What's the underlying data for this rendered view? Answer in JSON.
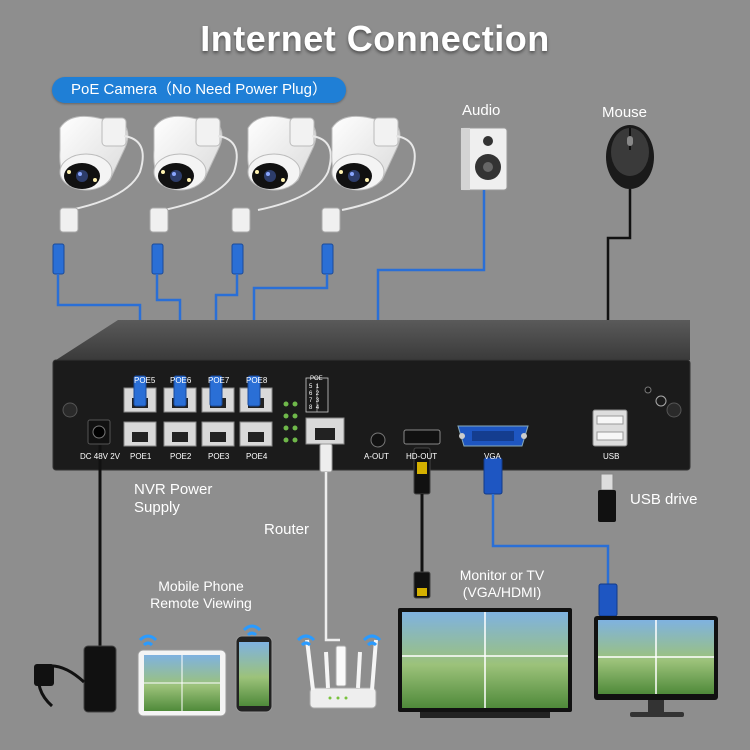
{
  "title": "Internet Connection",
  "poe_banner": "PoE Camera（No Need Power Plug）",
  "labels": {
    "audio": "Audio",
    "mouse": "Mouse",
    "nvr_power": [
      "NVR Power",
      "Supply"
    ],
    "router": "Router",
    "usb_drive": "USB drive",
    "mobile": [
      "Mobile Phone",
      "Remote Viewing"
    ],
    "monitor": [
      "Monitor or TV",
      "(VGA/HDMI)"
    ]
  },
  "ports": {
    "top_row": [
      "POE5",
      "POE6",
      "POE7",
      "POE8"
    ],
    "bottom_row": [
      "POE1",
      "POE2",
      "POE3",
      "POE4"
    ],
    "power": "DC 48V 2V",
    "aout": "A-OUT",
    "hdout": "HD-OUT",
    "vga": "VGA",
    "usb": "USB",
    "poe_table_head": "POE",
    "poe_table": [
      [
        "5",
        "1"
      ],
      [
        "6",
        "2"
      ],
      [
        "7",
        "3"
      ],
      [
        "8",
        "4"
      ]
    ]
  },
  "colors": {
    "background": "#8e8e8e",
    "poe_banner": "#1f7fd6",
    "cable_blue": "#2a6fd6",
    "cable_black": "#111111"
  }
}
